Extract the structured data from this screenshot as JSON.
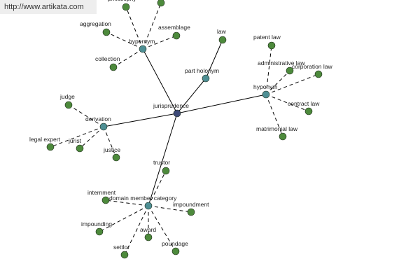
{
  "watermark": "http://www.artikata.com",
  "colors": {
    "center": "#3d4a78",
    "hub": "#4e8f94",
    "leaf": "#4d8a3c",
    "edge": "#000000"
  },
  "nodes": [
    {
      "id": "jurisprudence",
      "label": "jurisprudence",
      "kind": "center"
    },
    {
      "id": "hypernym",
      "label": "hypernym",
      "kind": "hub"
    },
    {
      "id": "part-holonym",
      "label": "part holonym",
      "kind": "hub"
    },
    {
      "id": "hyponym",
      "label": "hyponym",
      "kind": "hub"
    },
    {
      "id": "derivation",
      "label": "derivation",
      "kind": "hub"
    },
    {
      "id": "domain-member-category",
      "label": "domain member category",
      "kind": "hub"
    },
    {
      "id": "philosophy",
      "label": "philosophy",
      "kind": "leaf"
    },
    {
      "id": "hypernym-top",
      "label": "",
      "kind": "leaf"
    },
    {
      "id": "aggregation",
      "label": "aggregation",
      "kind": "leaf"
    },
    {
      "id": "assemblage",
      "label": "assemblage",
      "kind": "leaf"
    },
    {
      "id": "collection",
      "label": "collection",
      "kind": "leaf"
    },
    {
      "id": "law",
      "label": "law",
      "kind": "leaf"
    },
    {
      "id": "patent-law",
      "label": "patent law",
      "kind": "leaf"
    },
    {
      "id": "administrative-law",
      "label": "administrative law",
      "kind": "leaf"
    },
    {
      "id": "corporation-law",
      "label": "corporation law",
      "kind": "leaf"
    },
    {
      "id": "contract-law",
      "label": "contract law",
      "kind": "leaf"
    },
    {
      "id": "matrimonial-law",
      "label": "matrimonial law",
      "kind": "leaf"
    },
    {
      "id": "judge",
      "label": "judge",
      "kind": "leaf"
    },
    {
      "id": "legal-expert",
      "label": "legal expert",
      "kind": "leaf"
    },
    {
      "id": "jurist",
      "label": "jurist",
      "kind": "leaf"
    },
    {
      "id": "justice",
      "label": "justice",
      "kind": "leaf"
    },
    {
      "id": "trustor",
      "label": "trustor",
      "kind": "leaf"
    },
    {
      "id": "internment",
      "label": "internment",
      "kind": "leaf"
    },
    {
      "id": "impoundment",
      "label": "impoundment",
      "kind": "leaf"
    },
    {
      "id": "impounding",
      "label": "impounding",
      "kind": "leaf"
    },
    {
      "id": "award",
      "label": "award",
      "kind": "leaf"
    },
    {
      "id": "settlor",
      "label": "settlor",
      "kind": "leaf"
    },
    {
      "id": "poundage",
      "label": "poundage",
      "kind": "leaf"
    }
  ],
  "edges": [
    {
      "from": "jurisprudence",
      "to": "hypernym",
      "style": "solid"
    },
    {
      "from": "jurisprudence",
      "to": "part-holonym",
      "style": "solid"
    },
    {
      "from": "jurisprudence",
      "to": "hyponym",
      "style": "solid"
    },
    {
      "from": "jurisprudence",
      "to": "derivation",
      "style": "solid"
    },
    {
      "from": "jurisprudence",
      "to": "domain-member-category",
      "style": "solid"
    },
    {
      "from": "hypernym",
      "to": "philosophy",
      "style": "dashed"
    },
    {
      "from": "hypernym",
      "to": "hypernym-top",
      "style": "dashed"
    },
    {
      "from": "hypernym",
      "to": "aggregation",
      "style": "dashed"
    },
    {
      "from": "hypernym",
      "to": "assemblage",
      "style": "dashed"
    },
    {
      "from": "hypernym",
      "to": "collection",
      "style": "dashed"
    },
    {
      "from": "part-holonym",
      "to": "law",
      "style": "solid"
    },
    {
      "from": "hyponym",
      "to": "patent-law",
      "style": "dashed"
    },
    {
      "from": "hyponym",
      "to": "administrative-law",
      "style": "dashed"
    },
    {
      "from": "hyponym",
      "to": "corporation-law",
      "style": "dashed"
    },
    {
      "from": "hyponym",
      "to": "contract-law",
      "style": "dashed"
    },
    {
      "from": "hyponym",
      "to": "matrimonial-law",
      "style": "dashed"
    },
    {
      "from": "derivation",
      "to": "judge",
      "style": "dashed"
    },
    {
      "from": "derivation",
      "to": "legal-expert",
      "style": "dashed"
    },
    {
      "from": "derivation",
      "to": "jurist",
      "style": "dashed"
    },
    {
      "from": "derivation",
      "to": "justice",
      "style": "dashed"
    },
    {
      "from": "domain-member-category",
      "to": "trustor",
      "style": "dashed"
    },
    {
      "from": "domain-member-category",
      "to": "internment",
      "style": "dashed"
    },
    {
      "from": "domain-member-category",
      "to": "impoundment",
      "style": "dashed"
    },
    {
      "from": "domain-member-category",
      "to": "impounding",
      "style": "dashed"
    },
    {
      "from": "domain-member-category",
      "to": "award",
      "style": "dashed"
    },
    {
      "from": "domain-member-category",
      "to": "settlor",
      "style": "dashed"
    },
    {
      "from": "domain-member-category",
      "to": "poundage",
      "style": "dashed"
    }
  ]
}
